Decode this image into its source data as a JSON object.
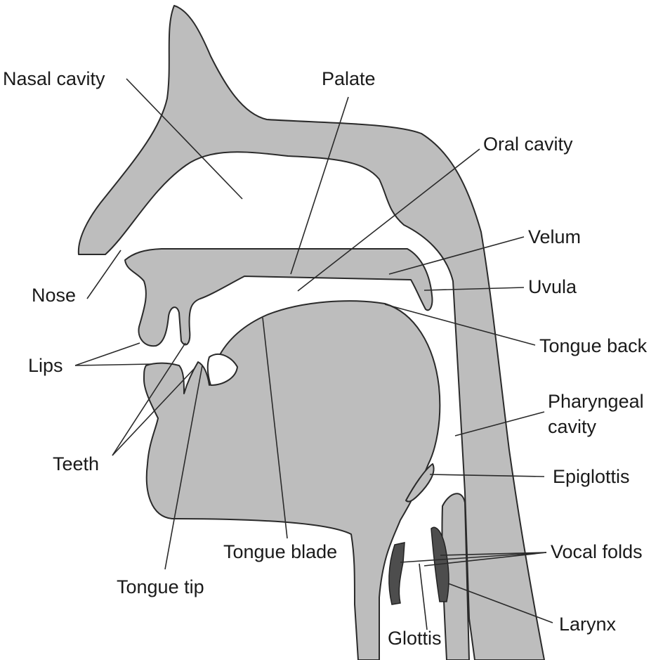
{
  "labels": {
    "nasal_cavity": "Nasal cavity",
    "palate": "Palate",
    "oral_cavity": "Oral cavity",
    "velum": "Velum",
    "uvula": "Uvula",
    "nose": "Nose",
    "tongue_back": "Tongue back",
    "lips": "Lips",
    "pharyngeal_line1": "Pharyngeal",
    "pharyngeal_line2": "cavity",
    "teeth": "Teeth",
    "epiglottis": "Epiglottis",
    "tongue_blade": "Tongue blade",
    "vocal_folds": "Vocal folds",
    "tongue_tip": "Tongue tip",
    "glottis": "Glottis",
    "larynx": "Larynx"
  },
  "colors": {
    "tissue": "#bdbdbd",
    "outline": "#2a2a2a",
    "vocal_folds": "#4d4d4d",
    "background": "#ffffff"
  }
}
